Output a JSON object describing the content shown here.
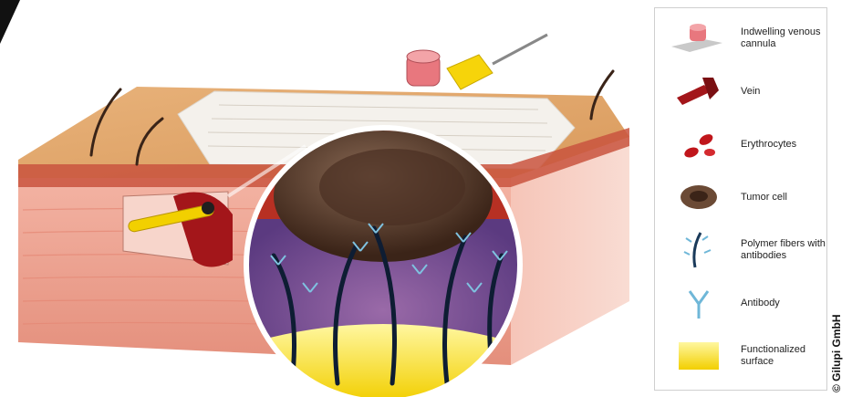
{
  "legend": {
    "items": [
      {
        "icon": "cannula-icon",
        "label": "Indwelling venous cannula"
      },
      {
        "icon": "vein-icon",
        "label": "Vein"
      },
      {
        "icon": "erythrocytes-icon",
        "label": "Erythrocytes"
      },
      {
        "icon": "tumor-cell-icon",
        "label": "Tumor cell"
      },
      {
        "icon": "polymer-fibers-icon",
        "label": "Polymer fibers with antibodies"
      },
      {
        "icon": "antibody-icon",
        "label": "Antibody"
      },
      {
        "icon": "functionalized-surface-icon",
        "label": "Functionalized surface"
      }
    ]
  },
  "copyright": "© Gilupi GmbH",
  "colors": {
    "skin_top": "#e2a970",
    "tissue": "#f0a493",
    "vein": "#a3161a",
    "surface_yellow": "#f5d800",
    "fibers": "#6fb7d8",
    "tumor": "#6b4a35"
  }
}
